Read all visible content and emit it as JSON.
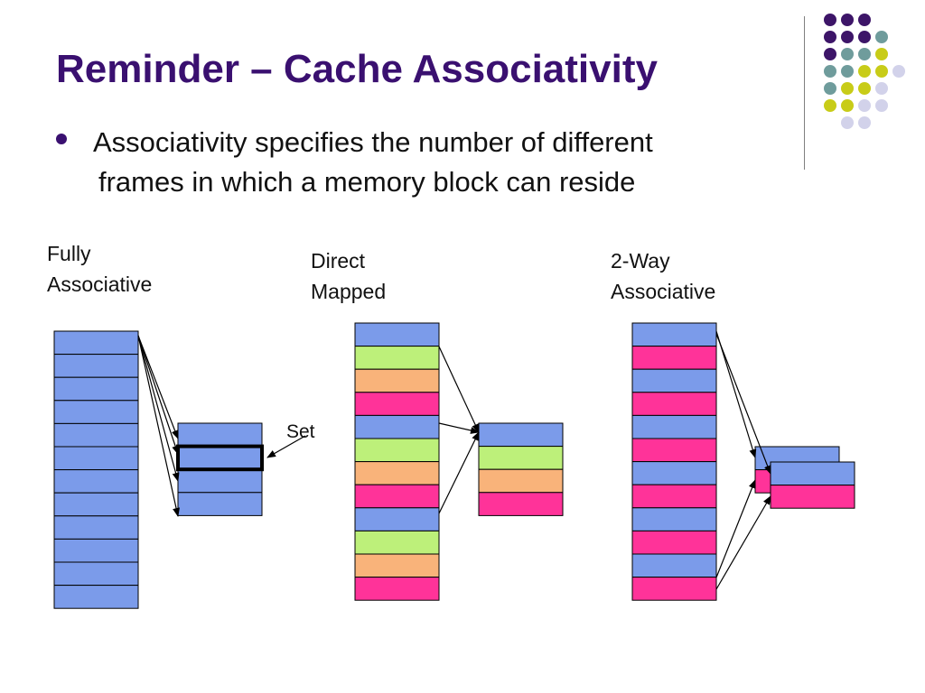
{
  "slide": {
    "title": "Reminder – Cache Associativity",
    "bullet_line1": "Associativity specifies the number of different",
    "bullet_line2": "frames in which a memory block can reside"
  },
  "labels": {
    "fully_associative_1": "Fully",
    "fully_associative_2": "Associative",
    "direct_mapped_1": "Direct",
    "direct_mapped_2": "Mapped",
    "two_way_1": "2-Way",
    "two_way_2": "Associative",
    "set": "Set"
  },
  "colors": {
    "title": "#3a1070",
    "blue": "#7b9bea",
    "green": "#bdf07a",
    "orange": "#f9b37a",
    "pink": "#ff3399",
    "outline": "#000000",
    "dot_purple": "#3d1568",
    "dot_teal": "#6f9c9c",
    "dot_yellow": "#c8cc18",
    "dot_lavender": "#d2d2ea"
  },
  "diagram": {
    "fully_associative": {
      "memory_blocks": [
        "blue",
        "blue",
        "blue",
        "blue",
        "blue",
        "blue",
        "blue",
        "blue",
        "blue",
        "blue",
        "blue",
        "blue"
      ],
      "cache_frames": [
        "blue",
        "blue",
        "blue",
        "blue"
      ],
      "highlighted_frame": 1
    },
    "direct_mapped": {
      "memory_blocks": [
        "blue",
        "green",
        "orange",
        "pink",
        "blue",
        "green",
        "orange",
        "pink",
        "blue",
        "green",
        "orange",
        "pink"
      ],
      "cache_frames": [
        "blue",
        "green",
        "orange",
        "pink"
      ]
    },
    "two_way": {
      "memory_blocks": [
        "blue",
        "pink",
        "blue",
        "pink",
        "blue",
        "pink",
        "blue",
        "pink",
        "blue",
        "pink",
        "blue",
        "pink"
      ],
      "cache_sets": [
        "blue",
        "pink"
      ]
    }
  },
  "decoration": {
    "dot_rows": [
      [
        "purple",
        "purple",
        "purple"
      ],
      [
        "purple",
        "purple",
        "purple",
        "teal"
      ],
      [
        "purple",
        "teal",
        "teal",
        "yellow"
      ],
      [
        "teal",
        "teal",
        "yellow",
        "yellow",
        "lavender"
      ],
      [
        "teal",
        "yellow",
        "yellow",
        "lavender"
      ],
      [
        "yellow",
        "yellow",
        "lavender",
        "lavender"
      ],
      [
        "lavender",
        "lavender"
      ]
    ]
  }
}
